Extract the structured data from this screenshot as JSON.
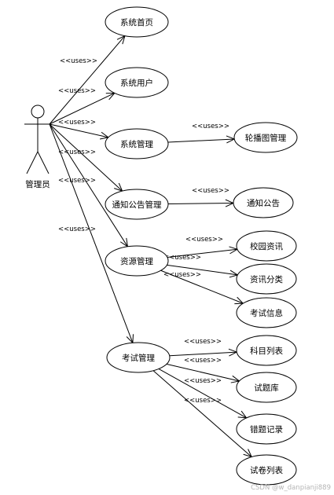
{
  "actor": {
    "name": "管理员"
  },
  "stereotype": "<<uses>>",
  "use_cases": [
    {
      "id": "home",
      "label": "系统首页"
    },
    {
      "id": "users",
      "label": "系统用户"
    },
    {
      "id": "sys",
      "label": "系统管理"
    },
    {
      "id": "notice_mgmt",
      "label": "通知公告管理"
    },
    {
      "id": "res",
      "label": "资源管理"
    },
    {
      "id": "exam",
      "label": "考试管理"
    },
    {
      "id": "carousel",
      "label": "轮播图管理"
    },
    {
      "id": "notice",
      "label": "通知公告"
    },
    {
      "id": "campus_news",
      "label": "校园资讯"
    },
    {
      "id": "news_cat",
      "label": "资讯分类"
    },
    {
      "id": "exam_info",
      "label": "考试信息"
    },
    {
      "id": "subjects",
      "label": "科目列表"
    },
    {
      "id": "bank",
      "label": "试题库"
    },
    {
      "id": "wrong",
      "label": "错题记录"
    },
    {
      "id": "papers",
      "label": "试卷列表"
    }
  ],
  "relations": [
    {
      "from": "actor",
      "to": "home",
      "label": "<<uses>>"
    },
    {
      "from": "actor",
      "to": "users",
      "label": "<<uses>>"
    },
    {
      "from": "actor",
      "to": "sys",
      "label": "<<uses>>"
    },
    {
      "from": "actor",
      "to": "notice_mgmt",
      "label": "<<uses>>"
    },
    {
      "from": "actor",
      "to": "res",
      "label": "<<uses>>"
    },
    {
      "from": "actor",
      "to": "exam",
      "label": "<<uses>>"
    },
    {
      "from": "sys",
      "to": "carousel",
      "label": "<<uses>>"
    },
    {
      "from": "notice_mgmt",
      "to": "notice",
      "label": "<<uses>>"
    },
    {
      "from": "res",
      "to": "campus_news",
      "label": "<<uses>>"
    },
    {
      "from": "res",
      "to": "news_cat",
      "label": "<<uses>>"
    },
    {
      "from": "res",
      "to": "exam_info",
      "label": "<<uses>>"
    },
    {
      "from": "exam",
      "to": "subjects",
      "label": "<<uses>>"
    },
    {
      "from": "exam",
      "to": "bank",
      "label": "<<uses>>"
    },
    {
      "from": "exam",
      "to": "wrong",
      "label": "<<uses>>"
    },
    {
      "from": "exam",
      "to": "papers",
      "label": "<<uses>>"
    }
  ],
  "watermark": "CSDN @w_danpianji889"
}
